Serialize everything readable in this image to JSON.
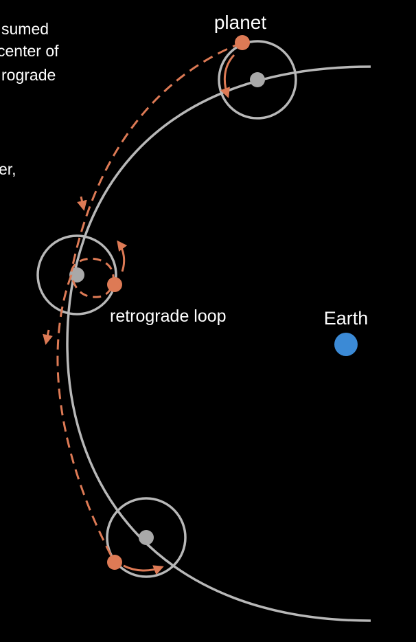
{
  "colors": {
    "background": "#000000",
    "orbit": "#b8b8b8",
    "epicycle_center": "#a9a9a9",
    "planet": "#dd7a55",
    "planet_path": "#dd7a55",
    "earth": "#3b8ad6",
    "text": "#ffffff"
  },
  "labels": {
    "planet": "planet",
    "retrograde_loop": "retrograde loop",
    "earth": "Earth"
  },
  "cut_text": {
    "line1": "sumed",
    "line2": "center of",
    "line3": "rograde",
    "line4": "er,"
  }
}
